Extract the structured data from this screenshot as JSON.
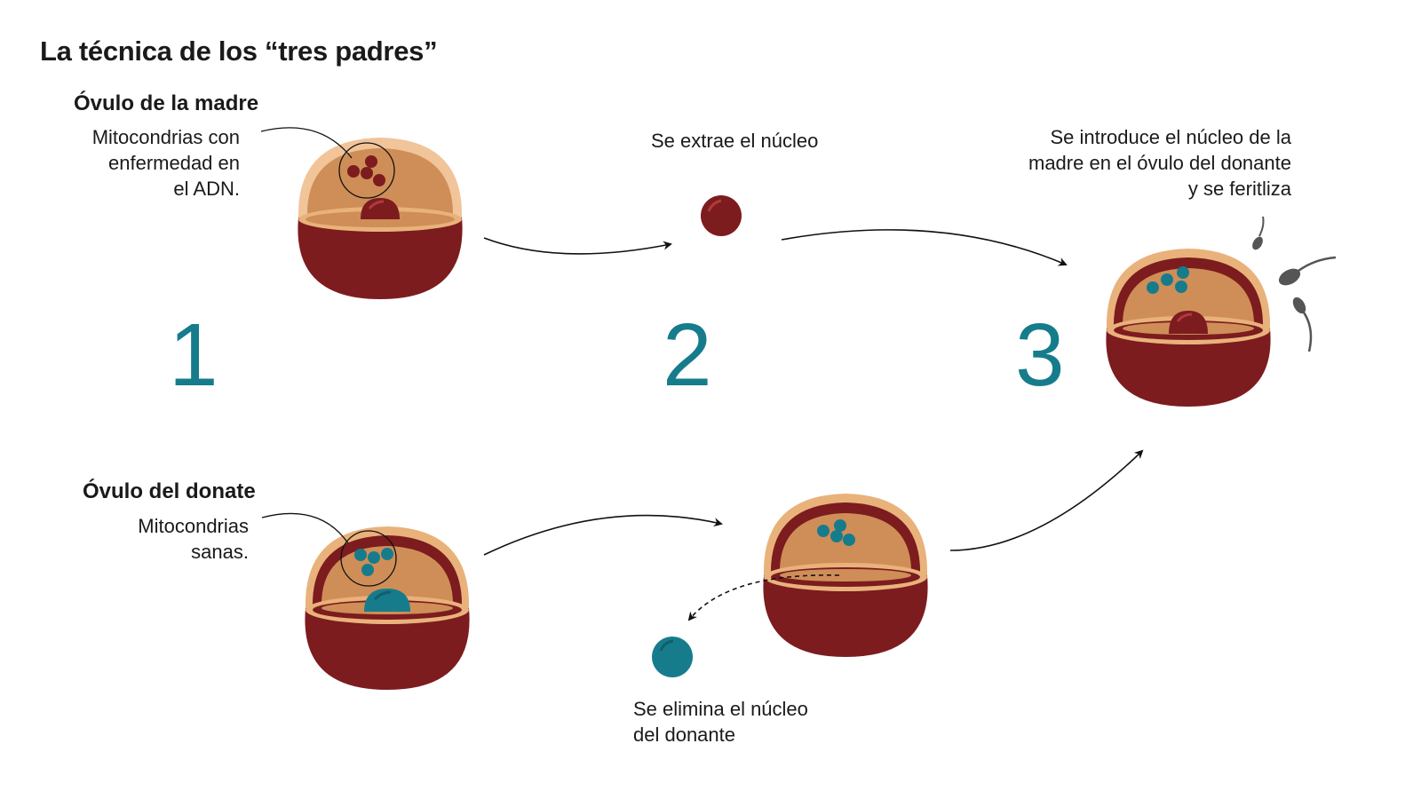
{
  "title": "La técnica de los “tres padres”",
  "mother": {
    "heading": "Óvulo de la madre",
    "caption": [
      "Mitocondrias con",
      "enfermedad en",
      "el ADN."
    ]
  },
  "donor": {
    "heading": "Óvulo del donate",
    "caption": [
      "Mitocondrias",
      "sanas."
    ]
  },
  "steps": {
    "one": "1",
    "two": "2",
    "three": "3"
  },
  "step2_text": "Se extrae el núcleo",
  "step3_text": [
    "Se introduce el núcleo de la",
    "madre en el óvulo del donante",
    "y se feritliza"
  ],
  "remove_text": [
    "Se elimina el núcleo",
    "del donante"
  ],
  "colors": {
    "teal": "#167c8c",
    "dark_red": "#7c1c1f",
    "orange": "#cf8e57",
    "peach": "#e9b27b",
    "sperm": "#555555"
  }
}
